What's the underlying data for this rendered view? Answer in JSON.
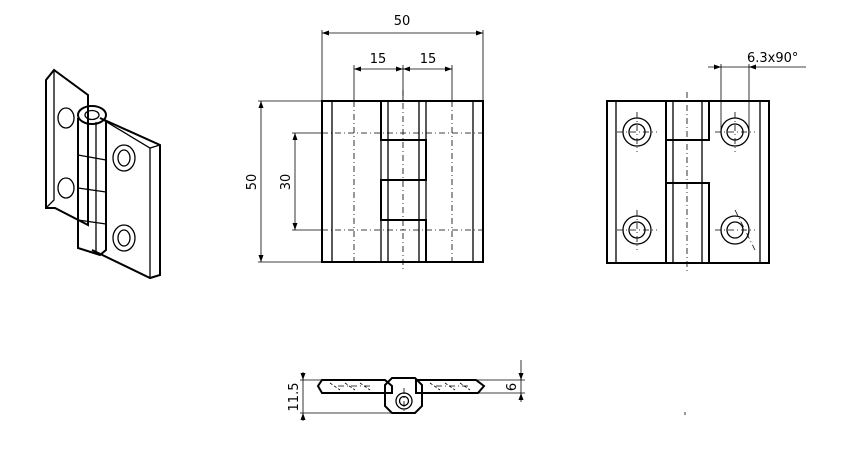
{
  "drawing": {
    "dimensions": {
      "overall_width": "50",
      "hole_offset_left": "15",
      "hole_offset_right": "15",
      "overall_height": "50",
      "hole_spacing": "30",
      "countersink": "6.3x90°",
      "total_thickness": "11.5",
      "leaf_thickness": "6"
    }
  }
}
